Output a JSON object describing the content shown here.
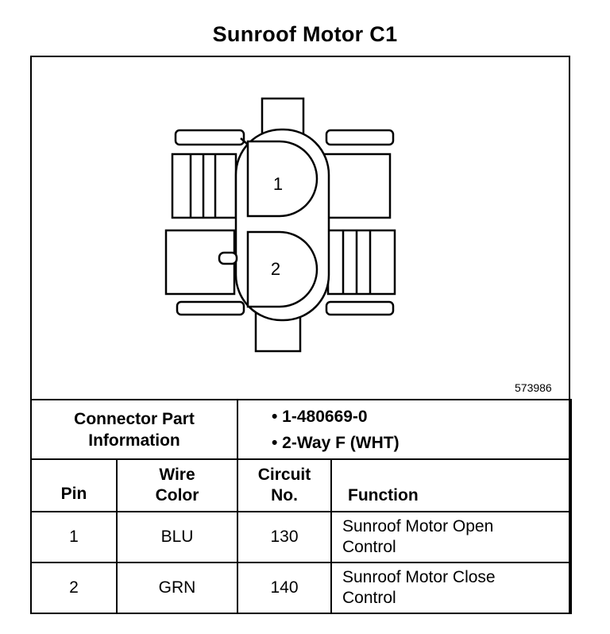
{
  "title": "Sunroof Motor C1",
  "diagram": {
    "pin_labels": [
      "1",
      "2"
    ],
    "part_number": "573986"
  },
  "connector_info": {
    "label_line1": "Connector Part",
    "label_line2": "Information",
    "bullets": [
      "• 1-480669-0",
      "• 2-Way F (WHT)"
    ]
  },
  "table": {
    "headers": {
      "pin": "Pin",
      "wire_color_line1": "Wire",
      "wire_color_line2": "Color",
      "circuit_line1": "Circuit",
      "circuit_line2": "No.",
      "function": "Function"
    },
    "rows": [
      {
        "pin": "1",
        "wire": "BLU",
        "circuit": "130",
        "function_line1": "Sunroof Motor Open",
        "function_line2": "Control"
      },
      {
        "pin": "2",
        "wire": "GRN",
        "circuit": "140",
        "function_line1": "Sunroof Motor Close",
        "function_line2": "Control"
      }
    ]
  }
}
